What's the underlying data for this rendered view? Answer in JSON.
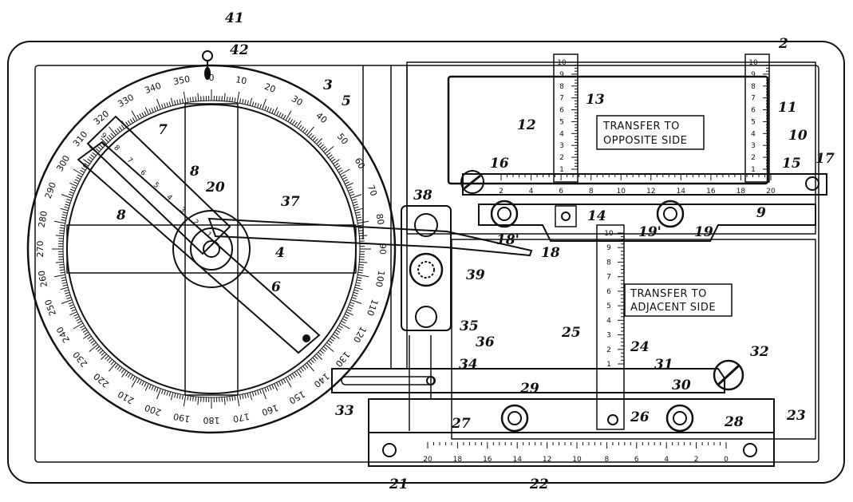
{
  "labels": {
    "opposite_side": [
      "TRANSFER TO",
      "OPPOSITE SIDE"
    ],
    "adjacent_side": [
      "TRANSFER TO",
      "ADJACENT SIDE"
    ]
  },
  "dial_degrees": [
    "0",
    "10",
    "20",
    "30",
    "40",
    "50",
    "60",
    "70",
    "80",
    "90",
    "100",
    "110",
    "120",
    "130",
    "140",
    "150",
    "160",
    "170",
    "180",
    "190",
    "200",
    "210",
    "220",
    "230",
    "240",
    "250",
    "260",
    "270",
    "280",
    "290",
    "300",
    "310",
    "320",
    "330",
    "340",
    "350"
  ],
  "scales": {
    "horizontal_top": [
      "2",
      "4",
      "6",
      "8",
      "10",
      "12",
      "14",
      "16",
      "18",
      "20"
    ],
    "horizontal_bottom": [
      "20",
      "18",
      "16",
      "14",
      "12",
      "10",
      "8",
      "6",
      "4",
      "2",
      "0"
    ],
    "vertical_left": [
      "10",
      "9",
      "8",
      "7",
      "6",
      "5",
      "4",
      "3",
      "2",
      "1"
    ],
    "vertical_right": [
      "10",
      "9",
      "8",
      "7",
      "6",
      "5",
      "4",
      "3",
      "2",
      "1"
    ],
    "vertical_lower": [
      "10",
      "9",
      "8",
      "7",
      "6",
      "5",
      "4",
      "3",
      "2",
      "1"
    ],
    "arm_scale": [
      "9",
      "8",
      "7",
      "6",
      "5",
      "4",
      "3",
      "2",
      "1"
    ]
  },
  "refs": [
    "2",
    "3",
    "4",
    "5",
    "6",
    "7",
    "8",
    "8",
    "9",
    "10",
    "11",
    "12",
    "13",
    "14",
    "15",
    "16",
    "17",
    "18",
    "18'",
    "19",
    "19'",
    "20",
    "21",
    "22",
    "23",
    "24",
    "25",
    "26",
    "27",
    "28",
    "29",
    "30",
    "31",
    "32",
    "33",
    "34",
    "35",
    "36",
    "37",
    "38",
    "39",
    "41",
    "42"
  ]
}
